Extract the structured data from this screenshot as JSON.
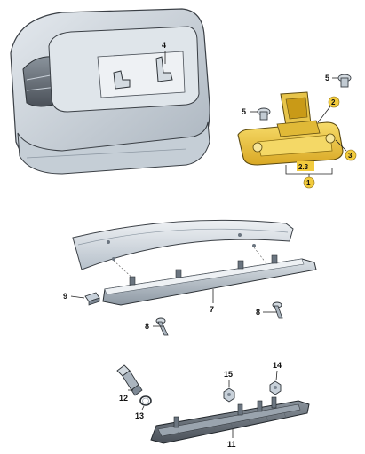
{
  "callouts": {
    "c1": "1",
    "c2": "2",
    "c23": "2.3",
    "c3": "3",
    "c4": "4",
    "c5a": "5",
    "c5b": "5",
    "c7": "7",
    "c8a": "8",
    "c8b": "8",
    "c9": "9",
    "c11": "11",
    "c12": "12",
    "c13": "13",
    "c14": "14",
    "c15": "15"
  },
  "colors": {
    "highlight": "#f2cb3d",
    "highlight_dark": "#c99a17",
    "part_fill": "#c8d1da",
    "part_dark": "#7d8894",
    "outline": "#3a3f45"
  }
}
